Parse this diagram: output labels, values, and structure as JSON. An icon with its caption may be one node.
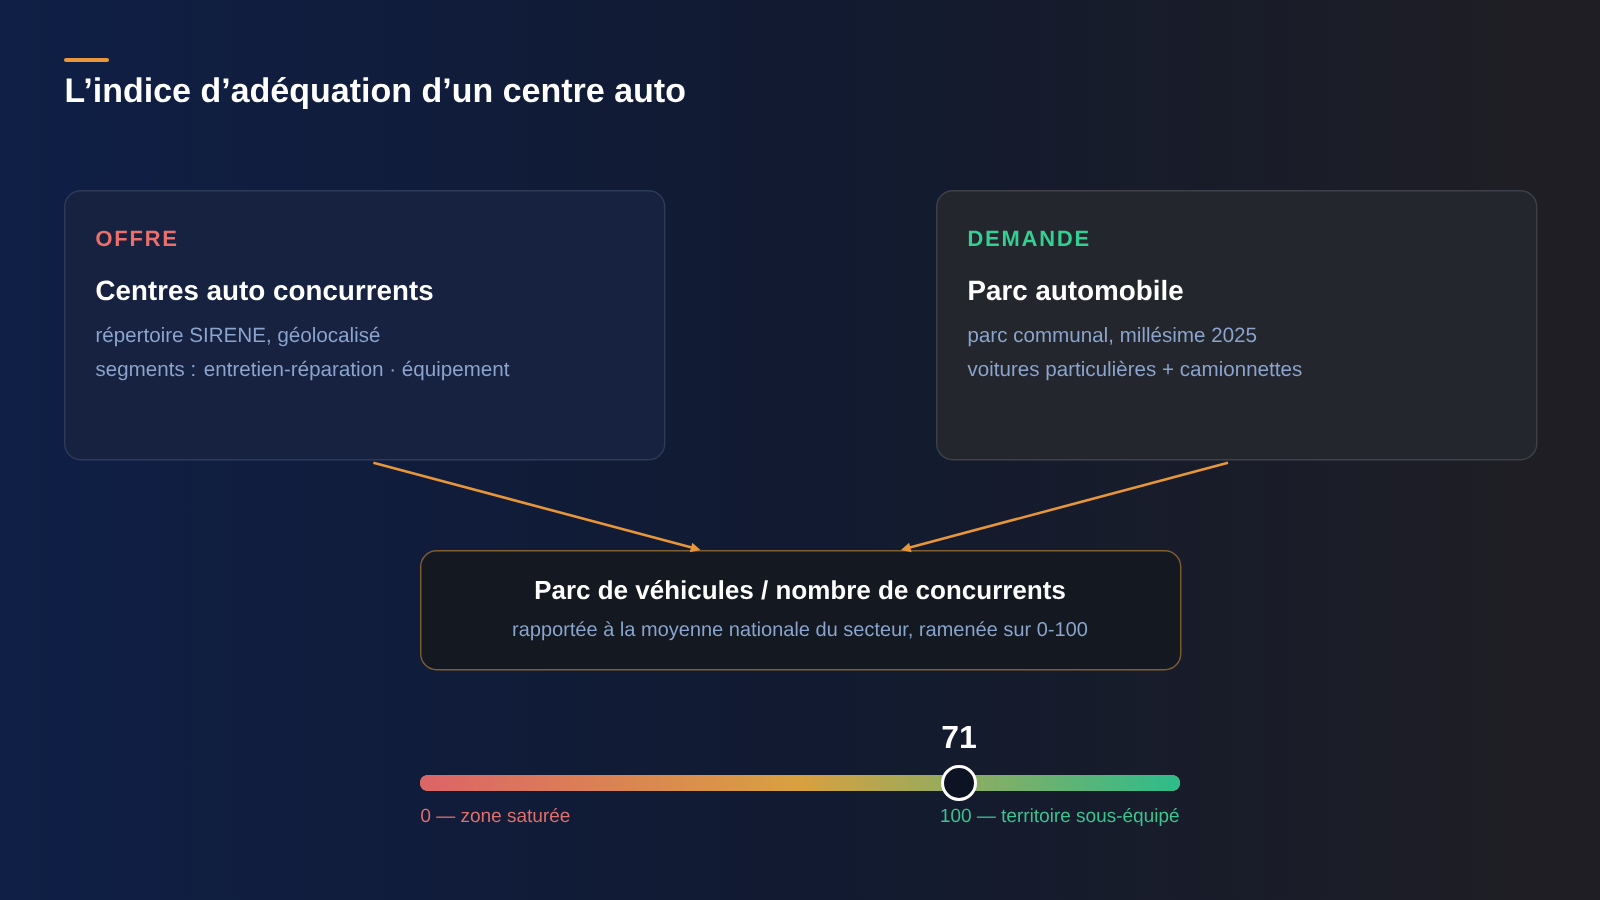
{
  "diagram": {
    "title": "L’indice d’adéquation d’un centre auto",
    "nodes": [
      {
        "text": [
          "OFFRE",
          "Centres auto concurrents",
          "répertoire SIRENE, géolocalisé",
          "segments : entretien-réparation · équipement"
        ]
      },
      {
        "text": [
          "DEMANDE",
          "Parc automobile",
          "parc communal, millésime 2025",
          "voitures particulières + camionnettes"
        ]
      },
      {
        "text": [
          "Parc de véhicules / nombre de concurrents",
          "rapportée à la moyenne nationale du secteur, ramenée sur 0-100"
        ]
      }
    ],
    "edges": [
      {
        "from": 0,
        "to": 2,
        "arrow": "to"
      },
      {
        "from": 1,
        "to": 2,
        "arrow": "to"
      }
    ],
    "labels": [
      "71",
      "0 — zone saturée",
      "100 — territoire sous-équipé"
    ]
  }
}
